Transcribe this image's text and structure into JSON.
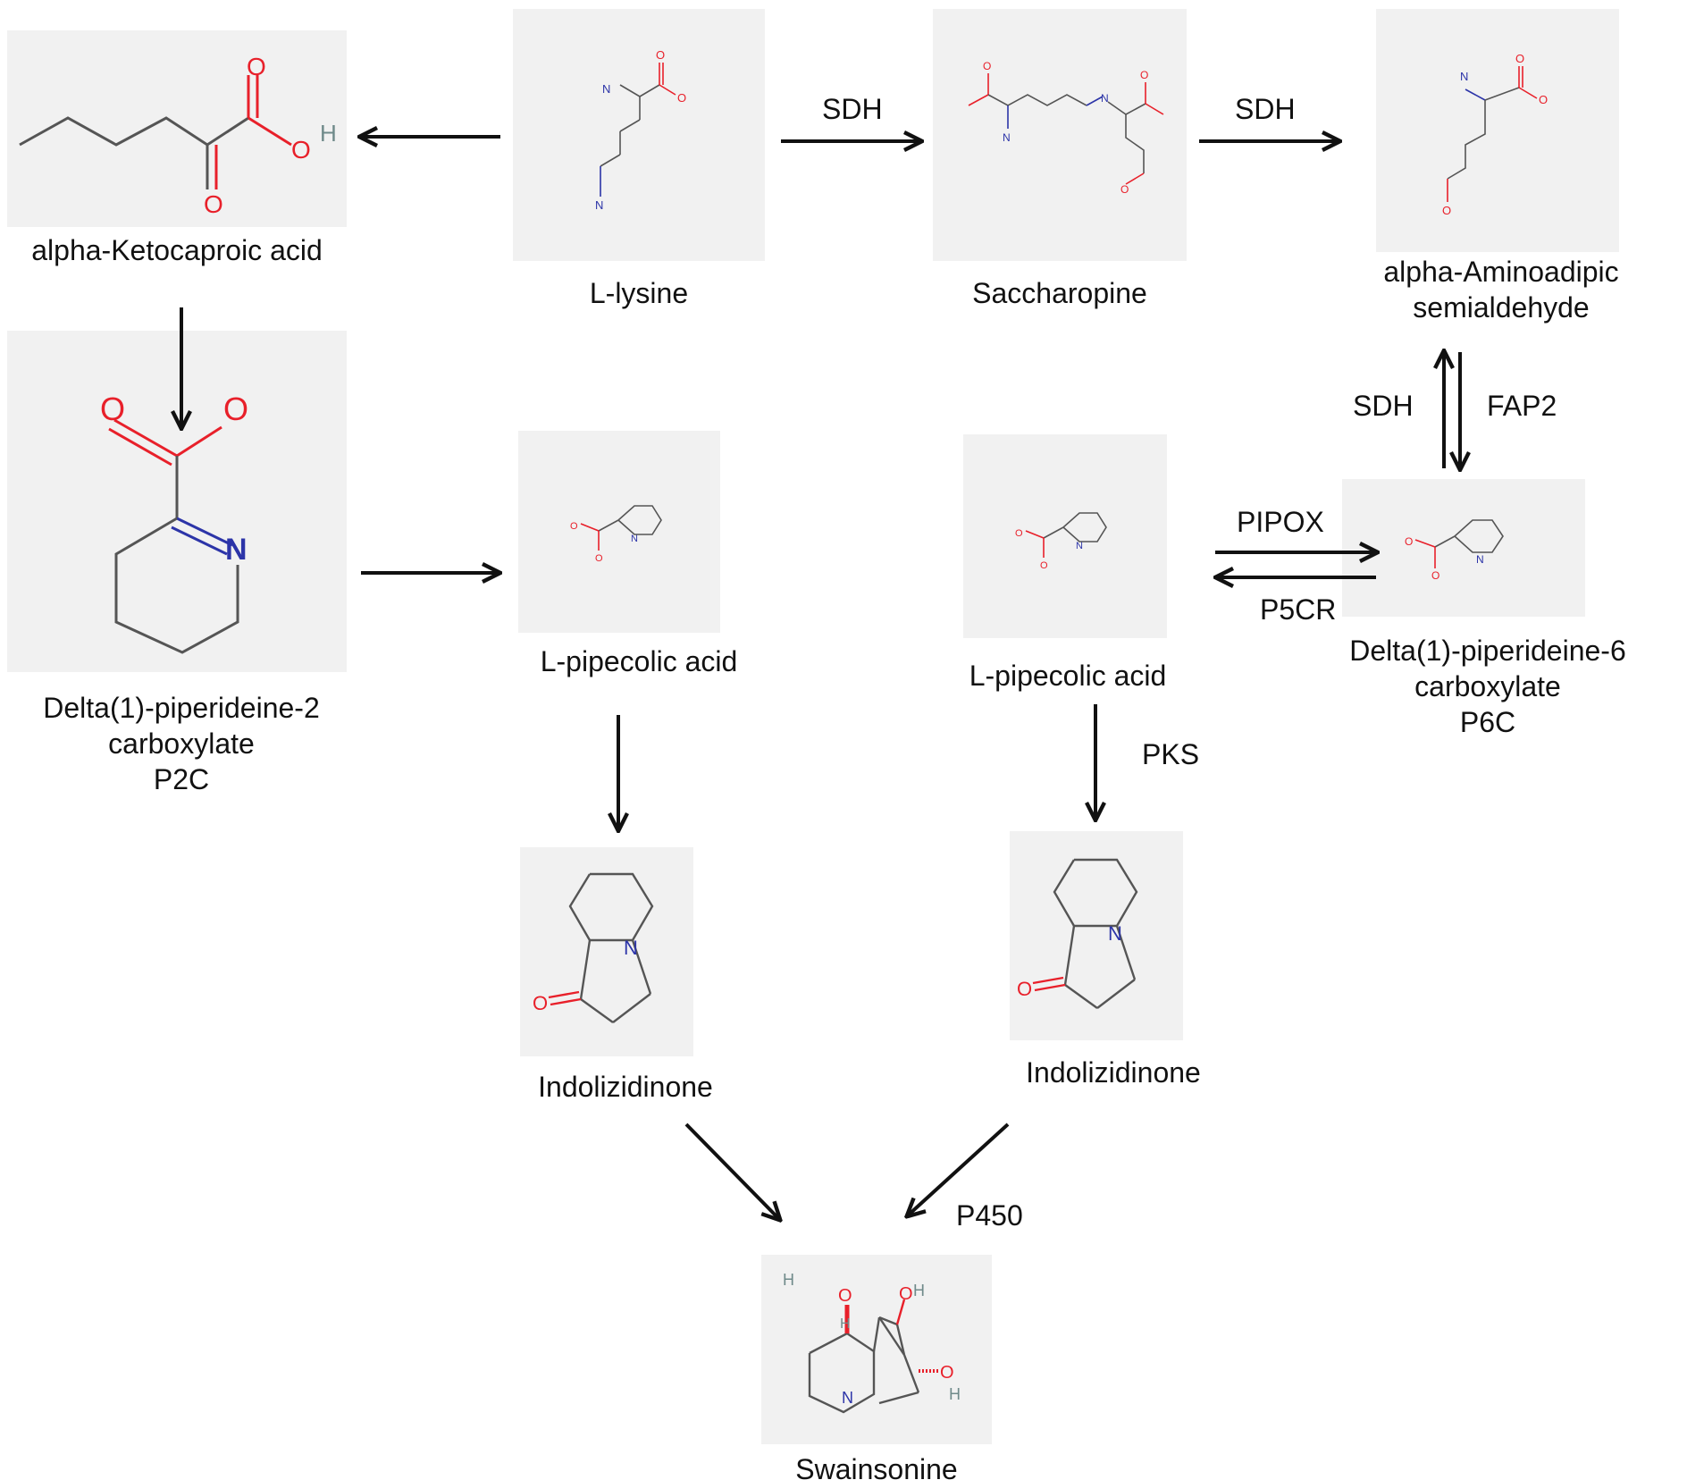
{
  "colors": {
    "oxygen": "#e8202a",
    "nitrogen": "#2c34a8",
    "hydrogen": "#6f8a8a",
    "bond": "#555555",
    "panel": "#f1f1f1",
    "arrow": "#111111"
  },
  "atoms": {
    "O": "O",
    "N": "N",
    "H": "H"
  },
  "compounds": {
    "alpha_ketocaproic": {
      "name": "alpha-Ketocaproic acid"
    },
    "l_lysine": {
      "name": "L-lysine"
    },
    "saccharopine": {
      "name": "Saccharopine"
    },
    "aminoadipic": {
      "line1": "alpha-Aminoadipic",
      "line2": "semialdehyde"
    },
    "p2c": {
      "line1": "Delta(1)-piperideine-2",
      "line2": "carboxylate",
      "line3": "P2C"
    },
    "pipecolic_left": {
      "name": "L-pipecolic acid"
    },
    "pipecolic_right": {
      "name": "L-pipecolic acid"
    },
    "p6c": {
      "line1": "Delta(1)-piperideine-6",
      "line2": "carboxylate",
      "line3": "P6C"
    },
    "indolizidinone_left": {
      "name": "Indolizidinone"
    },
    "indolizidinone_right": {
      "name": "Indolizidinone"
    },
    "swainsonine": {
      "name": "Swainsonine"
    }
  },
  "enzymes": {
    "sdh_1": "SDH",
    "sdh_2": "SDH",
    "sdh_3": "SDH",
    "fap2": "FAP2",
    "pipox": "PIPOX",
    "p5cr": "P5CR",
    "pks": "PKS",
    "p450": "P450"
  }
}
